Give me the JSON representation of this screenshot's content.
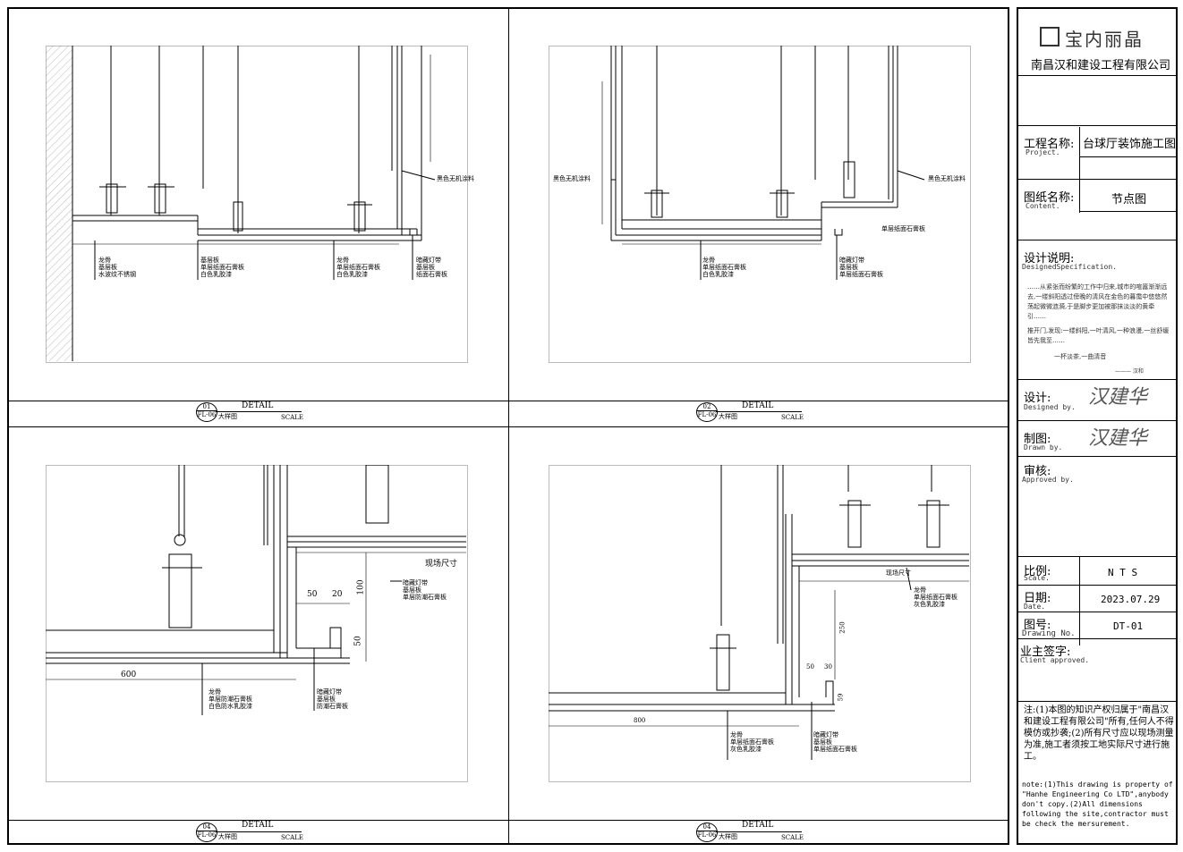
{
  "panels": [
    {
      "id": "01",
      "title": "DETAIL",
      "ref": "FL-06",
      "subtitle": "大样图",
      "scale": "SCALE",
      "labels": {
        "paint": "黑色无机涂料",
        "g1": [
          "龙骨",
          "基层板",
          "水波纹不锈钢"
        ],
        "g2": [
          "基层板",
          "单层纸面石膏板",
          "白色乳胶漆"
        ],
        "g3": [
          "龙骨",
          "单层纸面石膏板",
          "白色乳胶漆"
        ],
        "g4": [
          "暗藏灯带",
          "基层板",
          "纸面石膏板"
        ]
      }
    },
    {
      "id": "02",
      "title": "DETAIL",
      "ref": "FL-06",
      "subtitle": "大样图",
      "scale": "SCALE",
      "labels": {
        "paint_left": "黑色无机涂料",
        "paint_right": "黑色无机涂料",
        "board": "单层纸面石膏板",
        "g1": [
          "龙骨",
          "单层纸面石膏板",
          "白色乳胶漆"
        ],
        "g2": [
          "暗藏灯带",
          "基层板",
          "单层纸面石膏板"
        ]
      }
    },
    {
      "id": "04",
      "title": "DETAIL",
      "ref": "FL-06",
      "subtitle": "大样图",
      "scale": "SCALE",
      "labels": {
        "site": "现场尺寸",
        "d50a": "50",
        "d20": "20",
        "d100": "100",
        "d50b": "50",
        "d600": "600",
        "g_right": [
          "暗藏灯带",
          "基层板",
          "单层防潮石膏板"
        ],
        "g1": [
          "龙骨",
          "单层防潮石膏板",
          "白色防水乳胶漆"
        ],
        "g2": [
          "暗藏灯带",
          "基层板",
          "防潮石膏板"
        ]
      }
    },
    {
      "id": "04",
      "title": "DETAIL",
      "ref": "FL-06",
      "subtitle": "大样图",
      "scale": "SCALE",
      "labels": {
        "site": "现场尺寸",
        "d50": "50",
        "d30": "30",
        "d59": "59",
        "d250": "250",
        "d800": "800",
        "g_right": [
          "龙骨",
          "单层纸面石膏板",
          "灰色乳胶漆"
        ],
        "g1": [
          "龙骨",
          "单层纸面石膏板",
          "灰色乳胶漆"
        ],
        "g2": [
          "暗藏灯带",
          "基层板",
          "单层纸面石膏板"
        ]
      }
    }
  ],
  "titleblock": {
    "company": "南昌汉和建设工程有限公司",
    "project_label": "工程名称:",
    "project_label_en": "Project.",
    "project_value": "台球厅装饰施工图",
    "content_label": "图纸名称:",
    "content_label_en": "Content.",
    "content_value": "节点图",
    "spec_label": "设计说明:",
    "spec_label_en": "DesignedSpecification.",
    "spec_p1": "……从紧张而纷繁的工作中归来,城市的喧嚣渐渐远去,一缕斜阳透过傍晚的清风在金色的暮霭中悠悠然荡起微微涟漪,于是脚步更加被那抹淡淡的黄牵引……",
    "spec_p2": "推开门,发现:一缕斜阳,一叶清风,一种浪漫,一丝舒缓皆先我至……",
    "spec_p3": "一杯淡茶,一曲清音",
    "spec_sig": "——— 汉和",
    "designed_label": "设计:",
    "designed_label_en": "Designed by.",
    "drawn_label": "制图:",
    "drawn_label_en": "Drawn by.",
    "approved_label": "审核:",
    "approved_label_en": "Approved by.",
    "scale_label": "比例:",
    "scale_label_en": "Scale.",
    "scale_value": "N T S",
    "date_label": "日期:",
    "date_label_en": "Date.",
    "date_value": "2023.07.29",
    "no_label": "图号:",
    "no_label_en": "Drawing No.",
    "no_value": "DT-01",
    "client_label": "业主签字:",
    "client_label_en": "Client approved.",
    "note_cn": "注:(1)本图的知识产权归属于\"南昌汉和建设工程有限公司\"所有,任何人不得模仿或抄袭;(2)所有尺寸应以现场测量为准,施工者须按工地实际尺寸进行施工。",
    "note_en": "note:(1)This drawing is property of \"Hanhe Engineering Co LTD\",anybody don't copy.(2)All dimensions following the site,contractor must be check the mersurement.",
    "logo_text": "宝内丽晶",
    "signature": "汉建华"
  }
}
